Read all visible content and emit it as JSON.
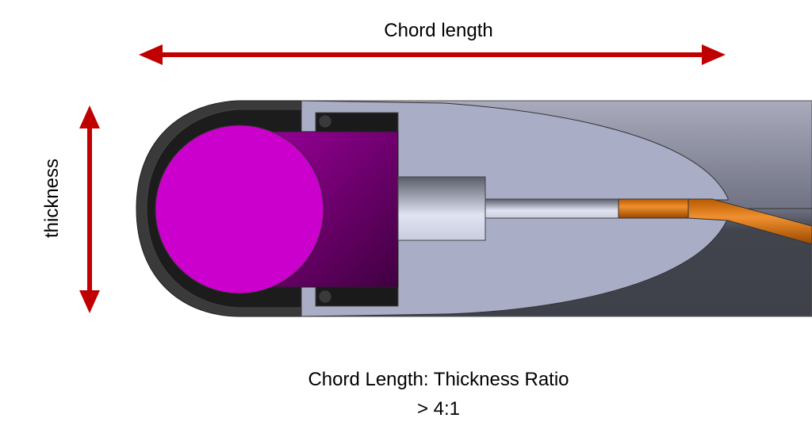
{
  "labels": {
    "chord": "Chord length",
    "thickness": "thickness",
    "ratio_line1": "Chord Length: Thickness Ratio",
    "ratio_line2": "> 4:1"
  },
  "colors": {
    "arrow": "#c00000",
    "magenta": "#cc00cc",
    "insert": "#a9adc6",
    "shell": "#3a3a3a",
    "orange": "#e07a10"
  }
}
